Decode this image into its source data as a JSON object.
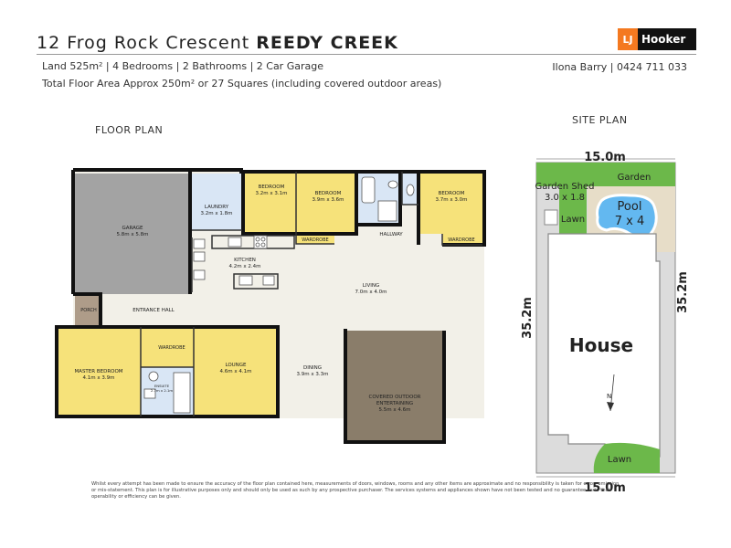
{
  "header": {
    "title_prefix": "12 Frog Rock Crescent",
    "title_suburb": "REEDY CREEK",
    "logo_mark": "LJ",
    "logo_text": "Hooker"
  },
  "info": {
    "line1": "Land 525m² | 4 Bedrooms | 2 Bathrooms | 2 Car Garage",
    "line2": "Total Floor Area Approx 250m² or 27 Squares (including covered outdoor areas)",
    "agent": "Ilona Barry | 0424 711 033"
  },
  "floor_plan": {
    "title": "FLOOR PLAN",
    "rooms": {
      "garage": {
        "name": "GARAGE",
        "size": "5.8m x 5.8m"
      },
      "laundry": {
        "name": "LAUNDRY",
        "size": "3.2m x 1.8m"
      },
      "bed2": {
        "name": "BEDROOM",
        "size": "3.2m x 3.1m"
      },
      "bed3": {
        "name": "BEDROOM",
        "size": "3.9m x 3.6m"
      },
      "bed4": {
        "name": "BEDROOM",
        "size": "3.7m x 3.0m"
      },
      "kitchen": {
        "name": "KITCHEN",
        "size": "4.2m x 2.4m"
      },
      "living": {
        "name": "LIVING",
        "size": "7.0m x 4.0m"
      },
      "hallway": {
        "name": "HALLWAY"
      },
      "wardrobe_b3": {
        "name": "WARDROBE"
      },
      "wardrobe_b4": {
        "name": "WARDROBE"
      },
      "wardrobe_master": {
        "name": "WARDROBE"
      },
      "porch": {
        "name": "PORCH"
      },
      "entrance": {
        "name": "ENTRANCE HALL"
      },
      "master": {
        "name": "MASTER BEDROOM",
        "size": "4.1m x 3.9m"
      },
      "ensuite": {
        "name": "ENSUITE",
        "size": "2.7m x 2.1m"
      },
      "lounge": {
        "name": "LOUNGE",
        "size": "4.6m x 4.1m"
      },
      "dining": {
        "name": "DINING",
        "size": "3.9m x 3.3m"
      },
      "outdoor": {
        "name": "COVERED OUTDOOR",
        "name2": "ENTERTAINING",
        "size": "5.5m x 4.6m"
      }
    }
  },
  "site_plan": {
    "title": "SITE PLAN",
    "width_label": "15.0m",
    "depth_label": "35.2m",
    "garden": "Garden",
    "garden_shed": "Garden Shed",
    "shed_size": "3.0 x 1.8",
    "lawn": "Lawn",
    "pool": "Pool",
    "pool_size": "7 x 4",
    "house": "House",
    "lawn2": "Lawn",
    "north": "N"
  },
  "disclaimer": "Whilst every attempt has been made to ensure the accuracy of the floor plan contained here, measurements of doors, windows, rooms and any other items are approximate and no responsibility is taken for error, omission or mis-statement. This plan is for illustrative purposes only and should only be used as such by any prospective purchaser. The services systems and appliances shown have not been tested and no guarantee as to their operability or efficiency can be given.",
  "colors": {
    "bedroom": "#f6e27a",
    "wet_area": "#d9e6f5",
    "garage": "#a3a3a3",
    "outdoor": "#8a7d6a",
    "living": "#f2f0e8",
    "porch": "#ae9c89",
    "site_green": "#6cb84a",
    "pool": "#63b8f0"
  }
}
